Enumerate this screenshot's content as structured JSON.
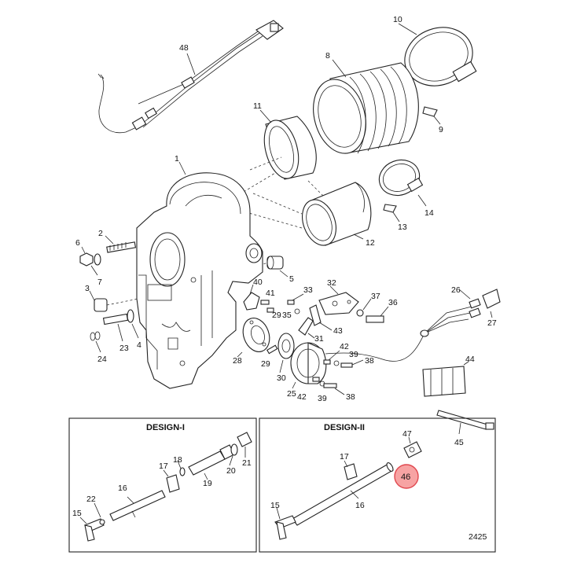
{
  "drawing_number": "2425",
  "design_boxes": {
    "design_1": "DESIGN-I",
    "design_2": "DESIGN-II"
  },
  "highlight_color": "#f7a3a3",
  "highlight_stroke": "#e0484f",
  "callouts": {
    "c1": "1",
    "c2": "2",
    "c3": "3",
    "c4": "4",
    "c5": "5",
    "c6": "6",
    "c7": "7",
    "c8": "8",
    "c9": "9",
    "c10": "10",
    "c11": "11",
    "c12": "12",
    "c13": "13",
    "c14": "14",
    "c15a": "15",
    "c15b": "15",
    "c16a": "16",
    "c16b": "16",
    "c17a": "17",
    "c17b": "17",
    "c18": "18",
    "c19": "19",
    "c20": "20",
    "c21": "21",
    "c22": "22",
    "c23": "23",
    "c24": "24",
    "c25": "25",
    "c26": "26",
    "c27": "27",
    "c28": "28",
    "c29a": "29",
    "c29b": "29",
    "c30": "30",
    "c31": "31",
    "c32": "32",
    "c33": "33",
    "c35": "35",
    "c36": "36",
    "c37": "37",
    "c38a": "38",
    "c38b": "38",
    "c39a": "39",
    "c39b": "39",
    "c40": "40",
    "c41": "41",
    "c42a": "42",
    "c42b": "42",
    "c43": "43",
    "c44": "44",
    "c45": "45",
    "c46": "46",
    "c47": "47",
    "c48": "48"
  }
}
